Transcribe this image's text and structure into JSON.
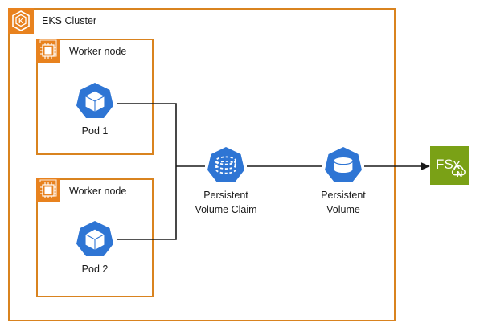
{
  "diagram": {
    "title": "EKS Cluster",
    "colors": {
      "aws_orange": "#D9831F",
      "icon_orange": "#E8821E",
      "kubernetes_blue": "#2E75D4",
      "fsx_green": "#7AA116",
      "connector": "#1a1a1a",
      "background": "#ffffff"
    },
    "groups": [
      {
        "id": "eks-cluster",
        "label": "EKS Cluster",
        "icon": "eks-cluster-icon"
      },
      {
        "id": "worker-node-1",
        "label": "Worker node",
        "icon": "worker-node-icon"
      },
      {
        "id": "worker-node-2",
        "label": "Worker node",
        "icon": "worker-node-icon"
      }
    ],
    "nodes": [
      {
        "id": "pod-1",
        "label": "Pod 1",
        "icon": "kubernetes-pod-icon"
      },
      {
        "id": "pod-2",
        "label": "Pod 2",
        "icon": "kubernetes-pod-icon"
      },
      {
        "id": "persistent-volume-claim",
        "label": "Persistent\nVolume Claim",
        "icon": "kubernetes-persistent-volume-claim-icon"
      },
      {
        "id": "persistent-volume",
        "label": "Persistent\nVolume",
        "icon": "kubernetes-persistent-volume-icon"
      },
      {
        "id": "fsx",
        "label": "FSx",
        "sublabel": "N",
        "icon": "amazon-fsx-netapp-ontap-icon"
      }
    ],
    "connections": [
      {
        "from": "pod-1",
        "to": "persistent-volume-claim",
        "style": "elbow",
        "arrow": false
      },
      {
        "from": "pod-2",
        "to": "persistent-volume-claim",
        "style": "elbow",
        "arrow": false
      },
      {
        "from": "persistent-volume-claim",
        "to": "persistent-volume",
        "style": "straight",
        "arrow": false
      },
      {
        "from": "persistent-volume",
        "to": "fsx",
        "style": "straight",
        "arrow": true
      }
    ]
  }
}
